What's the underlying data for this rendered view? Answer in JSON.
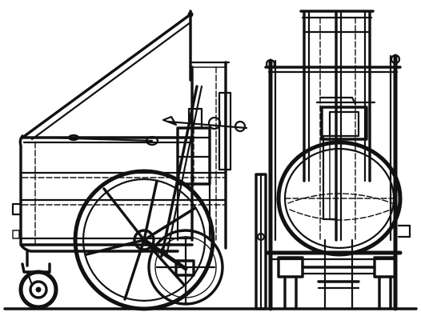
{
  "figure": {
    "style": "line-engraving",
    "ink_color": "#111111",
    "paper_color": "#ffffff",
    "views": [
      {
        "view": "side-elevation",
        "shows": [
          "tank-body",
          "large-flywheel",
          "crank-arm",
          "small-wheel",
          "caster-wheel",
          "handle-bar",
          "pump-column"
        ]
      },
      {
        "view": "end-elevation",
        "shows": [
          "cylindrical-tank",
          "frame-posts",
          "pump-column",
          "axle-frame",
          "side-wheel"
        ]
      }
    ]
  }
}
